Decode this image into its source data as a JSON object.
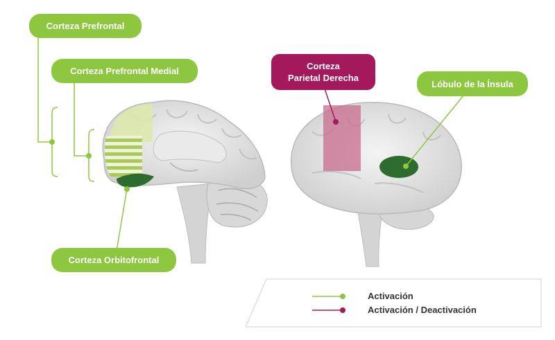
{
  "labels": {
    "corteza_prefrontal": "Corteza Prefrontal",
    "corteza_prefrontal_medial": "Corteza Prefrontal Medial",
    "corteza_parietal_derecha_line1": "Corteza",
    "corteza_parietal_derecha_line2": "Parietal Derecha",
    "lobulo_insula": "Lóbulo de la Ínsula",
    "corteza_orbitofrontal": "Corteza Orbitofrontal"
  },
  "legend": {
    "activation": "Activación",
    "activation_deactivation": "Activación / Deactivación"
  },
  "colors": {
    "activation_green": "#8dc63f",
    "dark_green": "#2e6b2e",
    "magenta": "#a3195b",
    "brain_gray": "#dcdcdc"
  },
  "icons": {
    "brain_sagittal": "brain-sagittal-icon",
    "brain_lateral": "brain-lateral-icon"
  }
}
